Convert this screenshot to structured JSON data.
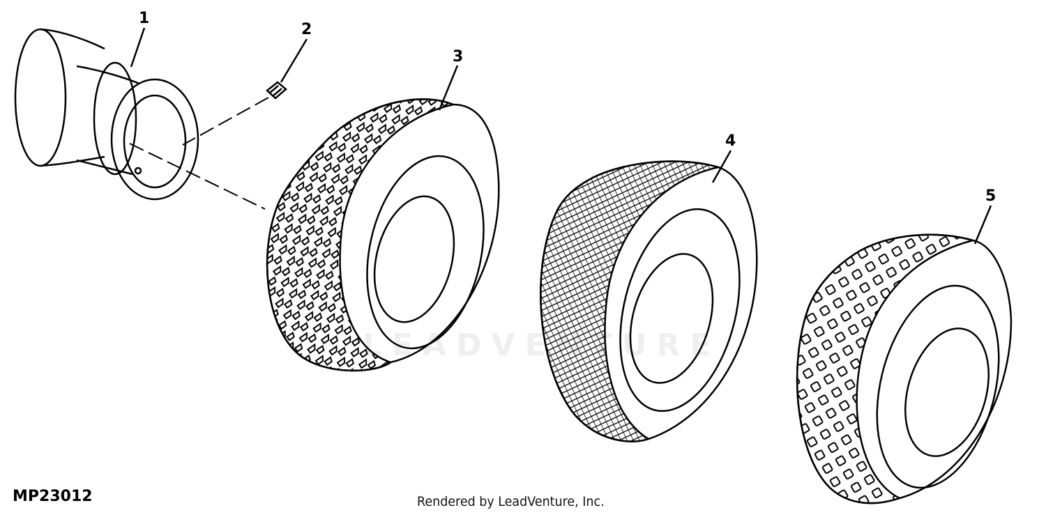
{
  "diagram": {
    "callouts": [
      {
        "id": "c1",
        "label": "1"
      },
      {
        "id": "c2",
        "label": "2"
      },
      {
        "id": "c3",
        "label": "3"
      },
      {
        "id": "c4",
        "label": "4"
      },
      {
        "id": "c5",
        "label": "5"
      }
    ],
    "diagram_id": "MP23012",
    "credit": "Rendered by LeadVenture, Inc.",
    "watermark": "LEADVENTURE",
    "line_color": "#000000",
    "background": "#ffffff"
  }
}
